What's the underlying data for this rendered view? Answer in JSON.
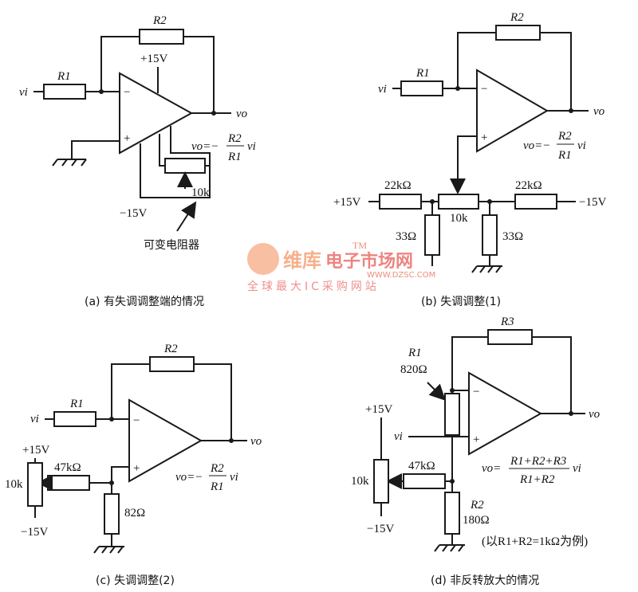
{
  "diagram_a": {
    "caption": "(a) 有失调调整端的情况",
    "r1": "R1",
    "r2": "R2",
    "vi": "vi",
    "vo": "vo",
    "plus15": "+15V",
    "minus15": "−15V",
    "pot": "10k",
    "formula_lhs": "vo=−",
    "formula_num": "R2",
    "formula_den": "R1",
    "formula_tail": "vi",
    "annotation": "可变电阻器"
  },
  "diagram_b": {
    "caption": "(b) 失调调整(1)",
    "r1": "R1",
    "r2": "R2",
    "vi": "vi",
    "vo": "vo",
    "plus15": "+15V",
    "minus15": "−15V",
    "r_left": "22kΩ",
    "r_right": "22kΩ",
    "pot": "10k",
    "r_down_left": "33Ω",
    "r_down_right": "33Ω",
    "formula_lhs": "vo=−",
    "formula_num": "R2",
    "formula_den": "R1",
    "formula_tail": "vi"
  },
  "diagram_c": {
    "caption": "(c) 失调调整(2)",
    "r1": "R1",
    "r2": "R2",
    "vi": "vi",
    "vo": "vo",
    "plus15": "+15V",
    "minus15": "−15V",
    "pot": "10k",
    "r_series": "47kΩ",
    "r_ground": "82Ω",
    "formula_lhs": "vo=−",
    "formula_num": "R2",
    "formula_den": "R1",
    "formula_tail": "vi"
  },
  "diagram_d": {
    "caption": "(d) 非反转放大的情况",
    "r1": "R1",
    "r1_val": "820Ω",
    "r2": "R2",
    "r2_val": "180Ω",
    "r3": "R3",
    "vi": "vi",
    "vo": "vo",
    "plus15": "+15V",
    "minus15": "−15V",
    "pot": "10k",
    "r_series": "47kΩ",
    "formula_lhs": "vo=",
    "formula_num": "R1+R2+R3",
    "formula_den": "R1+R2",
    "formula_tail": "vi",
    "note": "(以R1+R2=1kΩ为例)"
  },
  "watermark": {
    "brand": "维库",
    "brand2": "电子市场网",
    "url": "WWW.DZSC.COM",
    "slogan": "全球最大IC采购网站",
    "tm": "TM"
  },
  "colors": {
    "ink": "#1a1a1a",
    "watermark": "#f07030"
  }
}
